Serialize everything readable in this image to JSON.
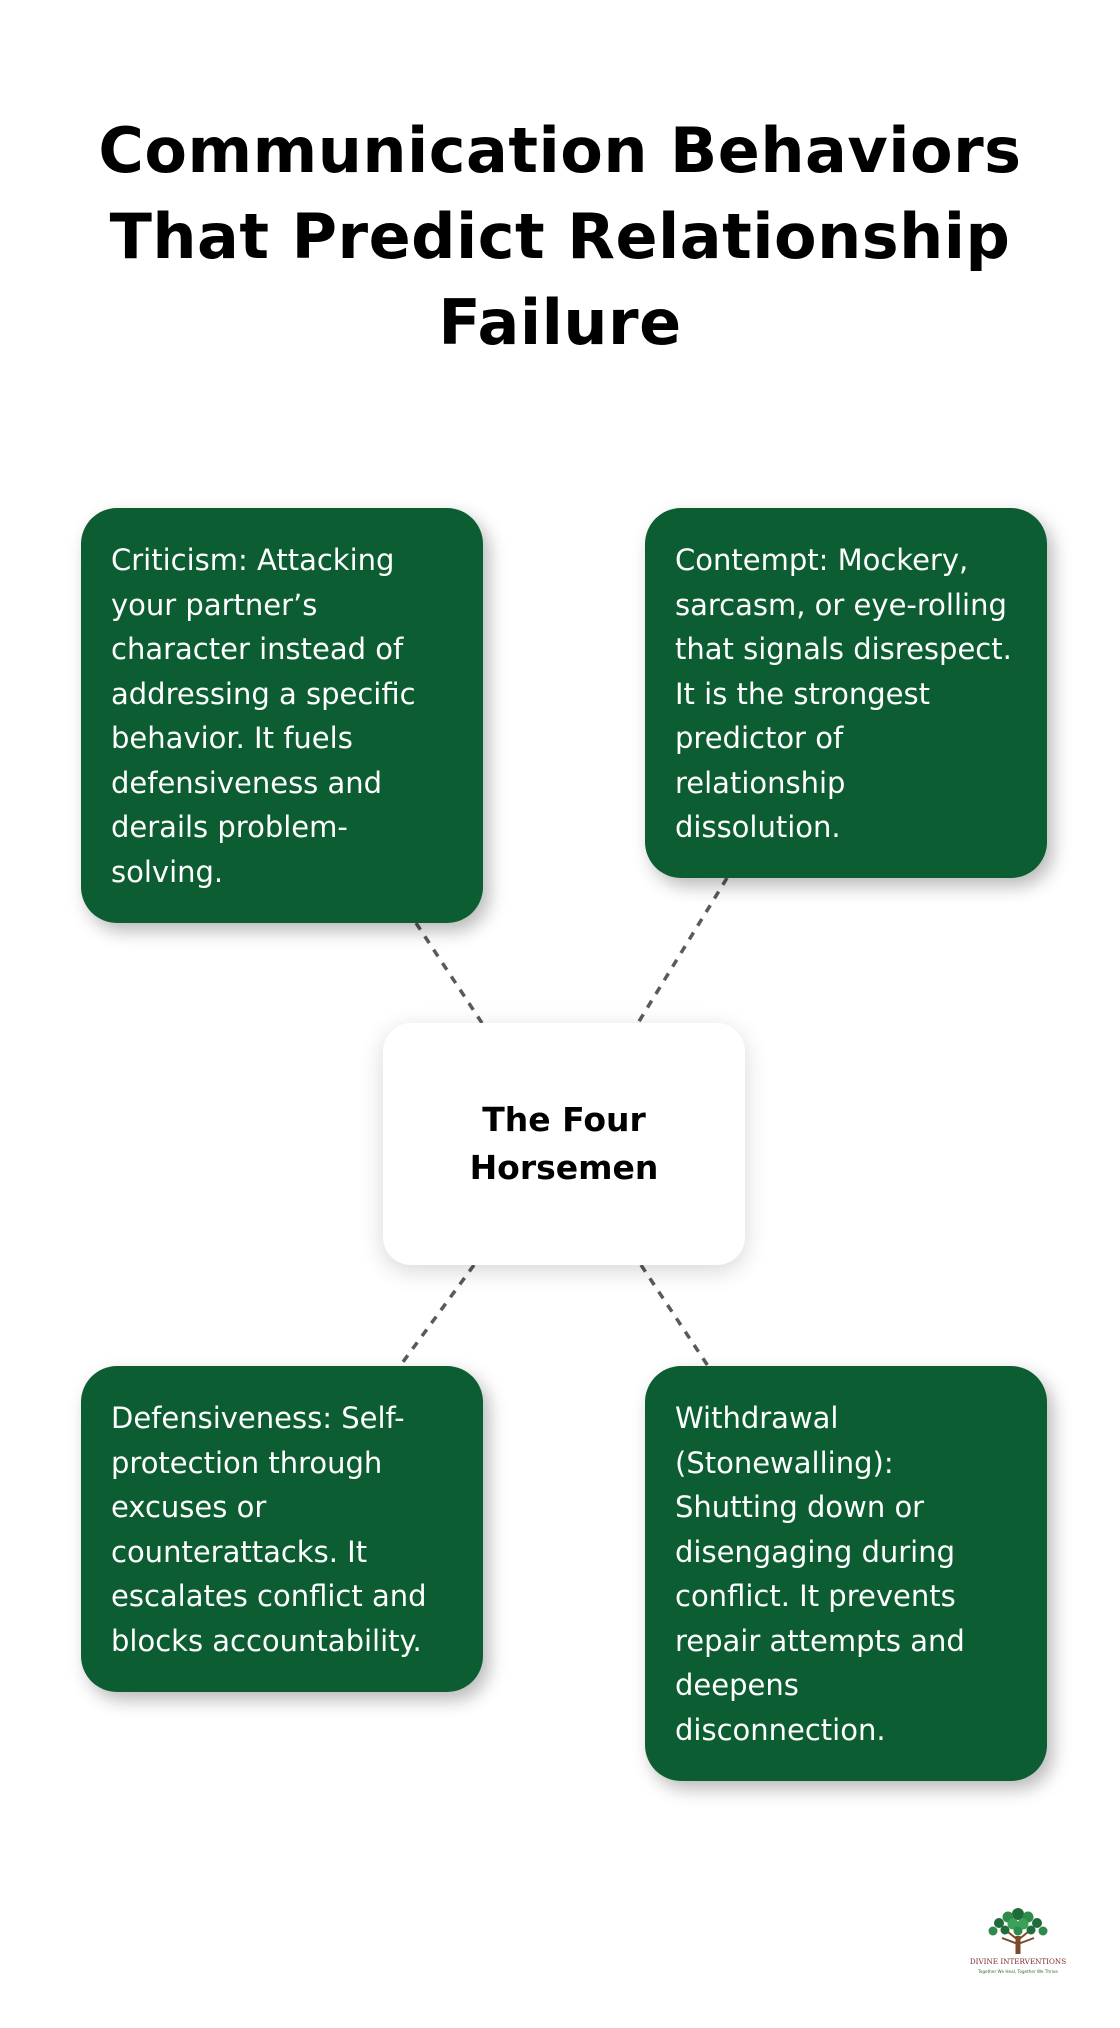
{
  "title": "Communication Behaviors That Predict Relationship Failure",
  "center": {
    "label": "The Four Horsemen"
  },
  "cards": [
    {
      "id": "criticism",
      "text": "Criticism: Attacking your partner’s character instead of addressing a specific behavior. It fuels defensiveness and derails problem-solving."
    },
    {
      "id": "contempt",
      "text": "Contempt: Mockery, sarcasm, or eye-rolling that signals disrespect. It is the strongest predictor of relationship dissolution."
    },
    {
      "id": "defensiveness",
      "text": "Defensiveness: Self-protection through excuses or counterattacks. It escalates conflict and blocks accountability."
    },
    {
      "id": "withdrawal",
      "text": "Withdrawal (Stonewalling): Shutting down or disengaging during conflict. It prevents repair attempts and deepens disconnection."
    }
  ],
  "logo": {
    "brand": "DIVINE INTERVENTIONS",
    "tagline": "Together We Heal, Together We Thrive"
  },
  "colors": {
    "card_fill": "#0c5e32",
    "card_text": "#ffffff",
    "connector": "#5a5a5a",
    "hub_fill": "#ffffff"
  }
}
